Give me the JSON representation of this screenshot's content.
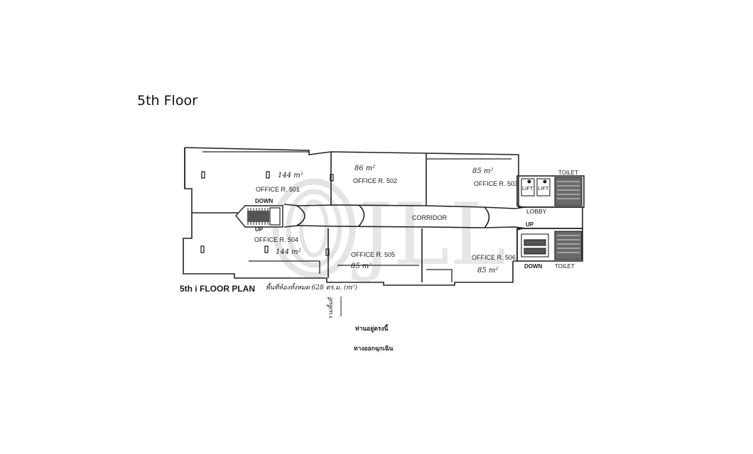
{
  "page": {
    "title": "5th Floor"
  },
  "watermark": {
    "text": "JLL",
    "color": "#c9c9c9"
  },
  "plan": {
    "caption": "5th i FLOOR PLAN",
    "area_note": "พื้นที่ห้องทั้งหมด 628 ตร.ม. (m²)",
    "area_note_vertical": "รวมพื้นที่",
    "thai_note_1": "ท่านอยู่ตรงนี้",
    "thai_note_2": "ทางออกฉุกเฉิน",
    "rooms": [
      {
        "id": "501",
        "label": "OFFICE R. 501",
        "area": "144 m²"
      },
      {
        "id": "502",
        "label": "OFFICE R. 502",
        "area": "86 m²"
      },
      {
        "id": "503",
        "label": "OFFICE R. 503",
        "area": "85 m²"
      },
      {
        "id": "504",
        "label": "OFFICE R. 504",
        "area": "144 m²"
      },
      {
        "id": "505",
        "label": "OFFICE R. 505",
        "area": "85 m²"
      },
      {
        "id": "506",
        "label": "OFFICE R. 506",
        "area": "85 m²"
      }
    ],
    "corridor": "CORRIDOR",
    "lobby": "LOBBY",
    "lift_1": "LIFT",
    "lift_2": "LIFT",
    "toilet_top": "TOILET",
    "toilet_bottom": "TOILET",
    "stair_down_left": "DOWN",
    "stair_up_left": "UP",
    "stair_up_right": "UP",
    "stair_down_right": "DOWN"
  }
}
